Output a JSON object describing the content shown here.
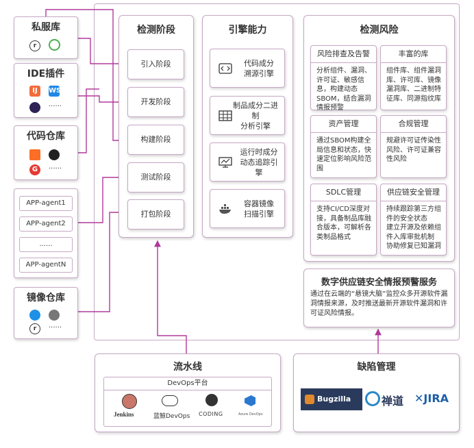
{
  "left": {
    "private_repo": {
      "title": "私服库"
    },
    "ide": {
      "title": "IDE插件",
      "more": "......"
    },
    "code_repo": {
      "title": "代码仓库",
      "more": "......"
    },
    "agents": [
      "APP-agent1",
      "APP-agent2",
      "......",
      "APP-agentN"
    ],
    "image_repo": {
      "title": "镜像仓库",
      "more": "......"
    }
  },
  "stages": {
    "title": "检测阶段",
    "items": [
      "引入阶段",
      "开发阶段",
      "构建阶段",
      "测试阶段",
      "打包阶段"
    ]
  },
  "engines": {
    "title": "引擎能力",
    "items": [
      {
        "label": "代码成分\n溯源引擎",
        "icon": "code-icon"
      },
      {
        "label": "制品成分二进制\n分析引擎",
        "icon": "binary-grid-icon"
      },
      {
        "label": "运行时成分\n动态追踪引擎",
        "icon": "monitor-chart-icon"
      },
      {
        "label": "容器镜像\n扫描引擎",
        "icon": "docker-icon"
      }
    ]
  },
  "risks": {
    "title": "检测风险",
    "cards": [
      {
        "title": "风险排查及告警",
        "body": "分析组件、漏洞、许可证、敏感信息，构建动态SBOM，结合漏洞情报预警"
      },
      {
        "title": "丰富的库",
        "body": "组件库、组件漏洞库、许可库、镜像漏洞库、二进制特征库、同源指纹库"
      },
      {
        "title": "资产管理",
        "body": "通过SBOM构建全局信息和状态，快速定位影响风险范围"
      },
      {
        "title": "合规管理",
        "body": "规避许可证传染性风险、许可证兼容性风险"
      },
      {
        "title": "SDLC管理",
        "body": "支持CI/CD深度对接，具备制品库融合版本，可解析各类制品格式"
      },
      {
        "title": "供应链安全管理",
        "body": "持续跟踪第三方组件的安全状态\n建立开源及依赖组件入库审批机制\n协助修复已知漏洞"
      }
    ]
  },
  "intel": {
    "title": "数字供应链安全情报预警服务",
    "body": "通过在云端的“悬镜大脑”监控众多开源软件漏洞情报来源，及时推送最新开源软件漏洞和许可证风险情报。"
  },
  "pipeline": {
    "title": "流水线",
    "platform": "DevOps平台",
    "tools": [
      "Jenkins",
      "蓝鲸DevOps",
      "CODING",
      "Azure DevOps"
    ]
  },
  "defect": {
    "title": "缺陷管理",
    "tools": [
      "Bugzilla",
      "禅道",
      "JIRA"
    ]
  },
  "colors": {
    "border": "#c5a9c4",
    "arrow": "#b0389a"
  }
}
